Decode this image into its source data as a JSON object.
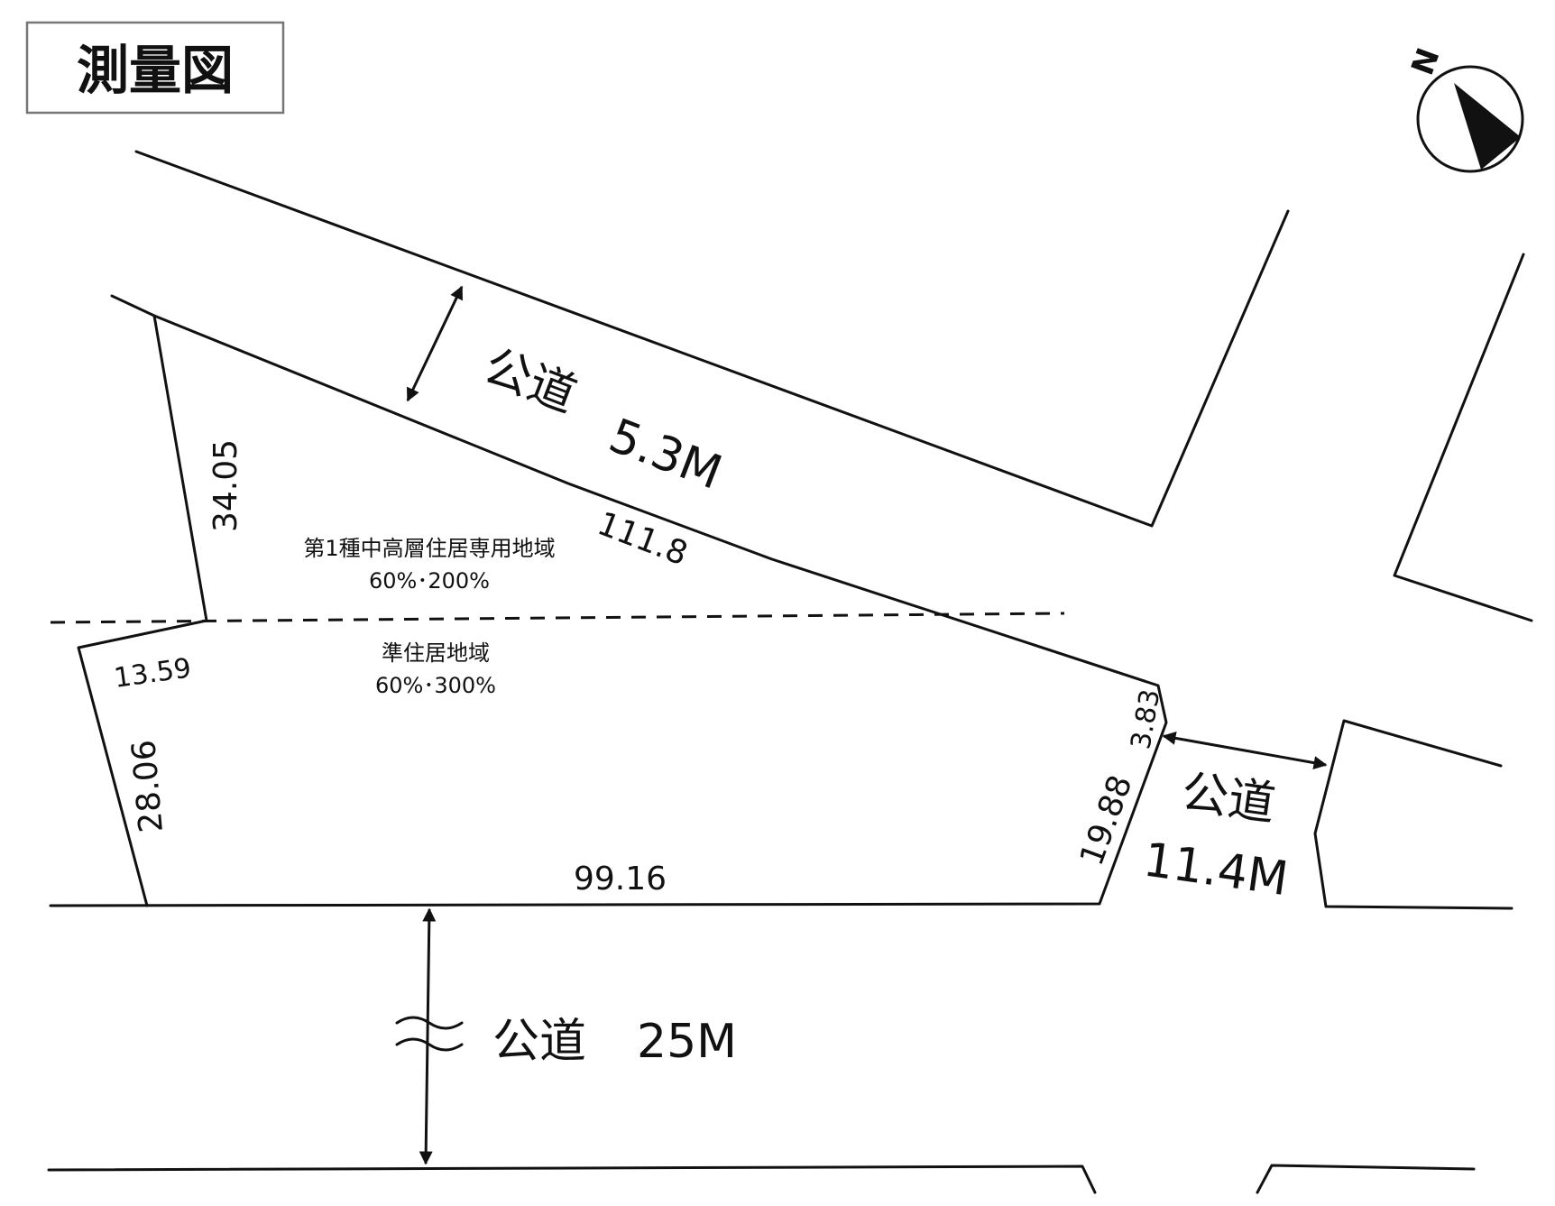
{
  "title": "測量図",
  "compass": {
    "label": "N"
  },
  "roads": {
    "north": {
      "label": "公道",
      "width": "5.3M"
    },
    "east": {
      "label": "公道",
      "width": "11.4M"
    },
    "south": {
      "label": "公道",
      "width": "25M"
    }
  },
  "dimensions": {
    "d1": "34.05",
    "d2": "111.8",
    "d3": "13.59",
    "d4": "28.06",
    "d5": "99.16",
    "d6": "19.88",
    "d7": "3.83"
  },
  "zones": {
    "upper": {
      "name": "第1種中高層住居専用地域",
      "ratio": "60%･200%"
    },
    "lower": {
      "name": "準住居地域",
      "ratio": "60%･300%"
    }
  }
}
